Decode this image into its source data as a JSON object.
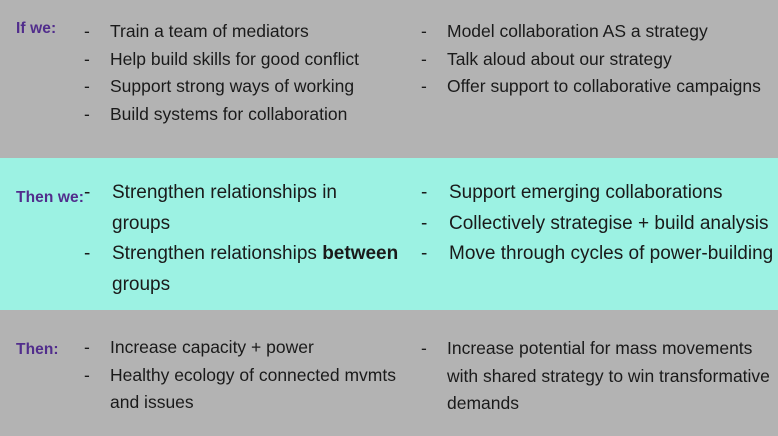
{
  "slide": {
    "colors": {
      "background_gray": "#b3b3b3",
      "highlight_cyan": "#9cf2e3",
      "label_purple": "#512d8c",
      "body_text": "#1a1a1a"
    },
    "rows": [
      {
        "id": "if-we",
        "label": "If we:",
        "background": "#b3b3b3",
        "left_items": [
          "Train a team of mediators",
          "Help build skills for good conflict",
          "Support strong ways of working",
          "Build systems for collaboration"
        ],
        "right_items": [
          "Model collaboration AS a strategy",
          "Talk aloud about our strategy",
          "Offer support to collaborative campaigns"
        ]
      },
      {
        "id": "then-we",
        "label": "Then we:",
        "background": "#9cf2e3",
        "left_items": [
          "Strengthen relationships in groups",
          "Strengthen relationships between groups"
        ],
        "left_items_html": [
          "Strengthen relationships in groups",
          "Strengthen relationships <b>between</b> groups"
        ],
        "right_items": [
          "Support emerging collaborations",
          "Collectively strategise + build analysis",
          "Move through cycles of power-building"
        ]
      },
      {
        "id": "then",
        "label": "Then:",
        "background": "#b3b3b3",
        "left_items": [
          "Increase capacity + power",
          "Healthy ecology of connected mvmts and issues"
        ],
        "right_items": [
          "Increase potential for mass movements with shared strategy to win transformative demands"
        ]
      }
    ]
  }
}
